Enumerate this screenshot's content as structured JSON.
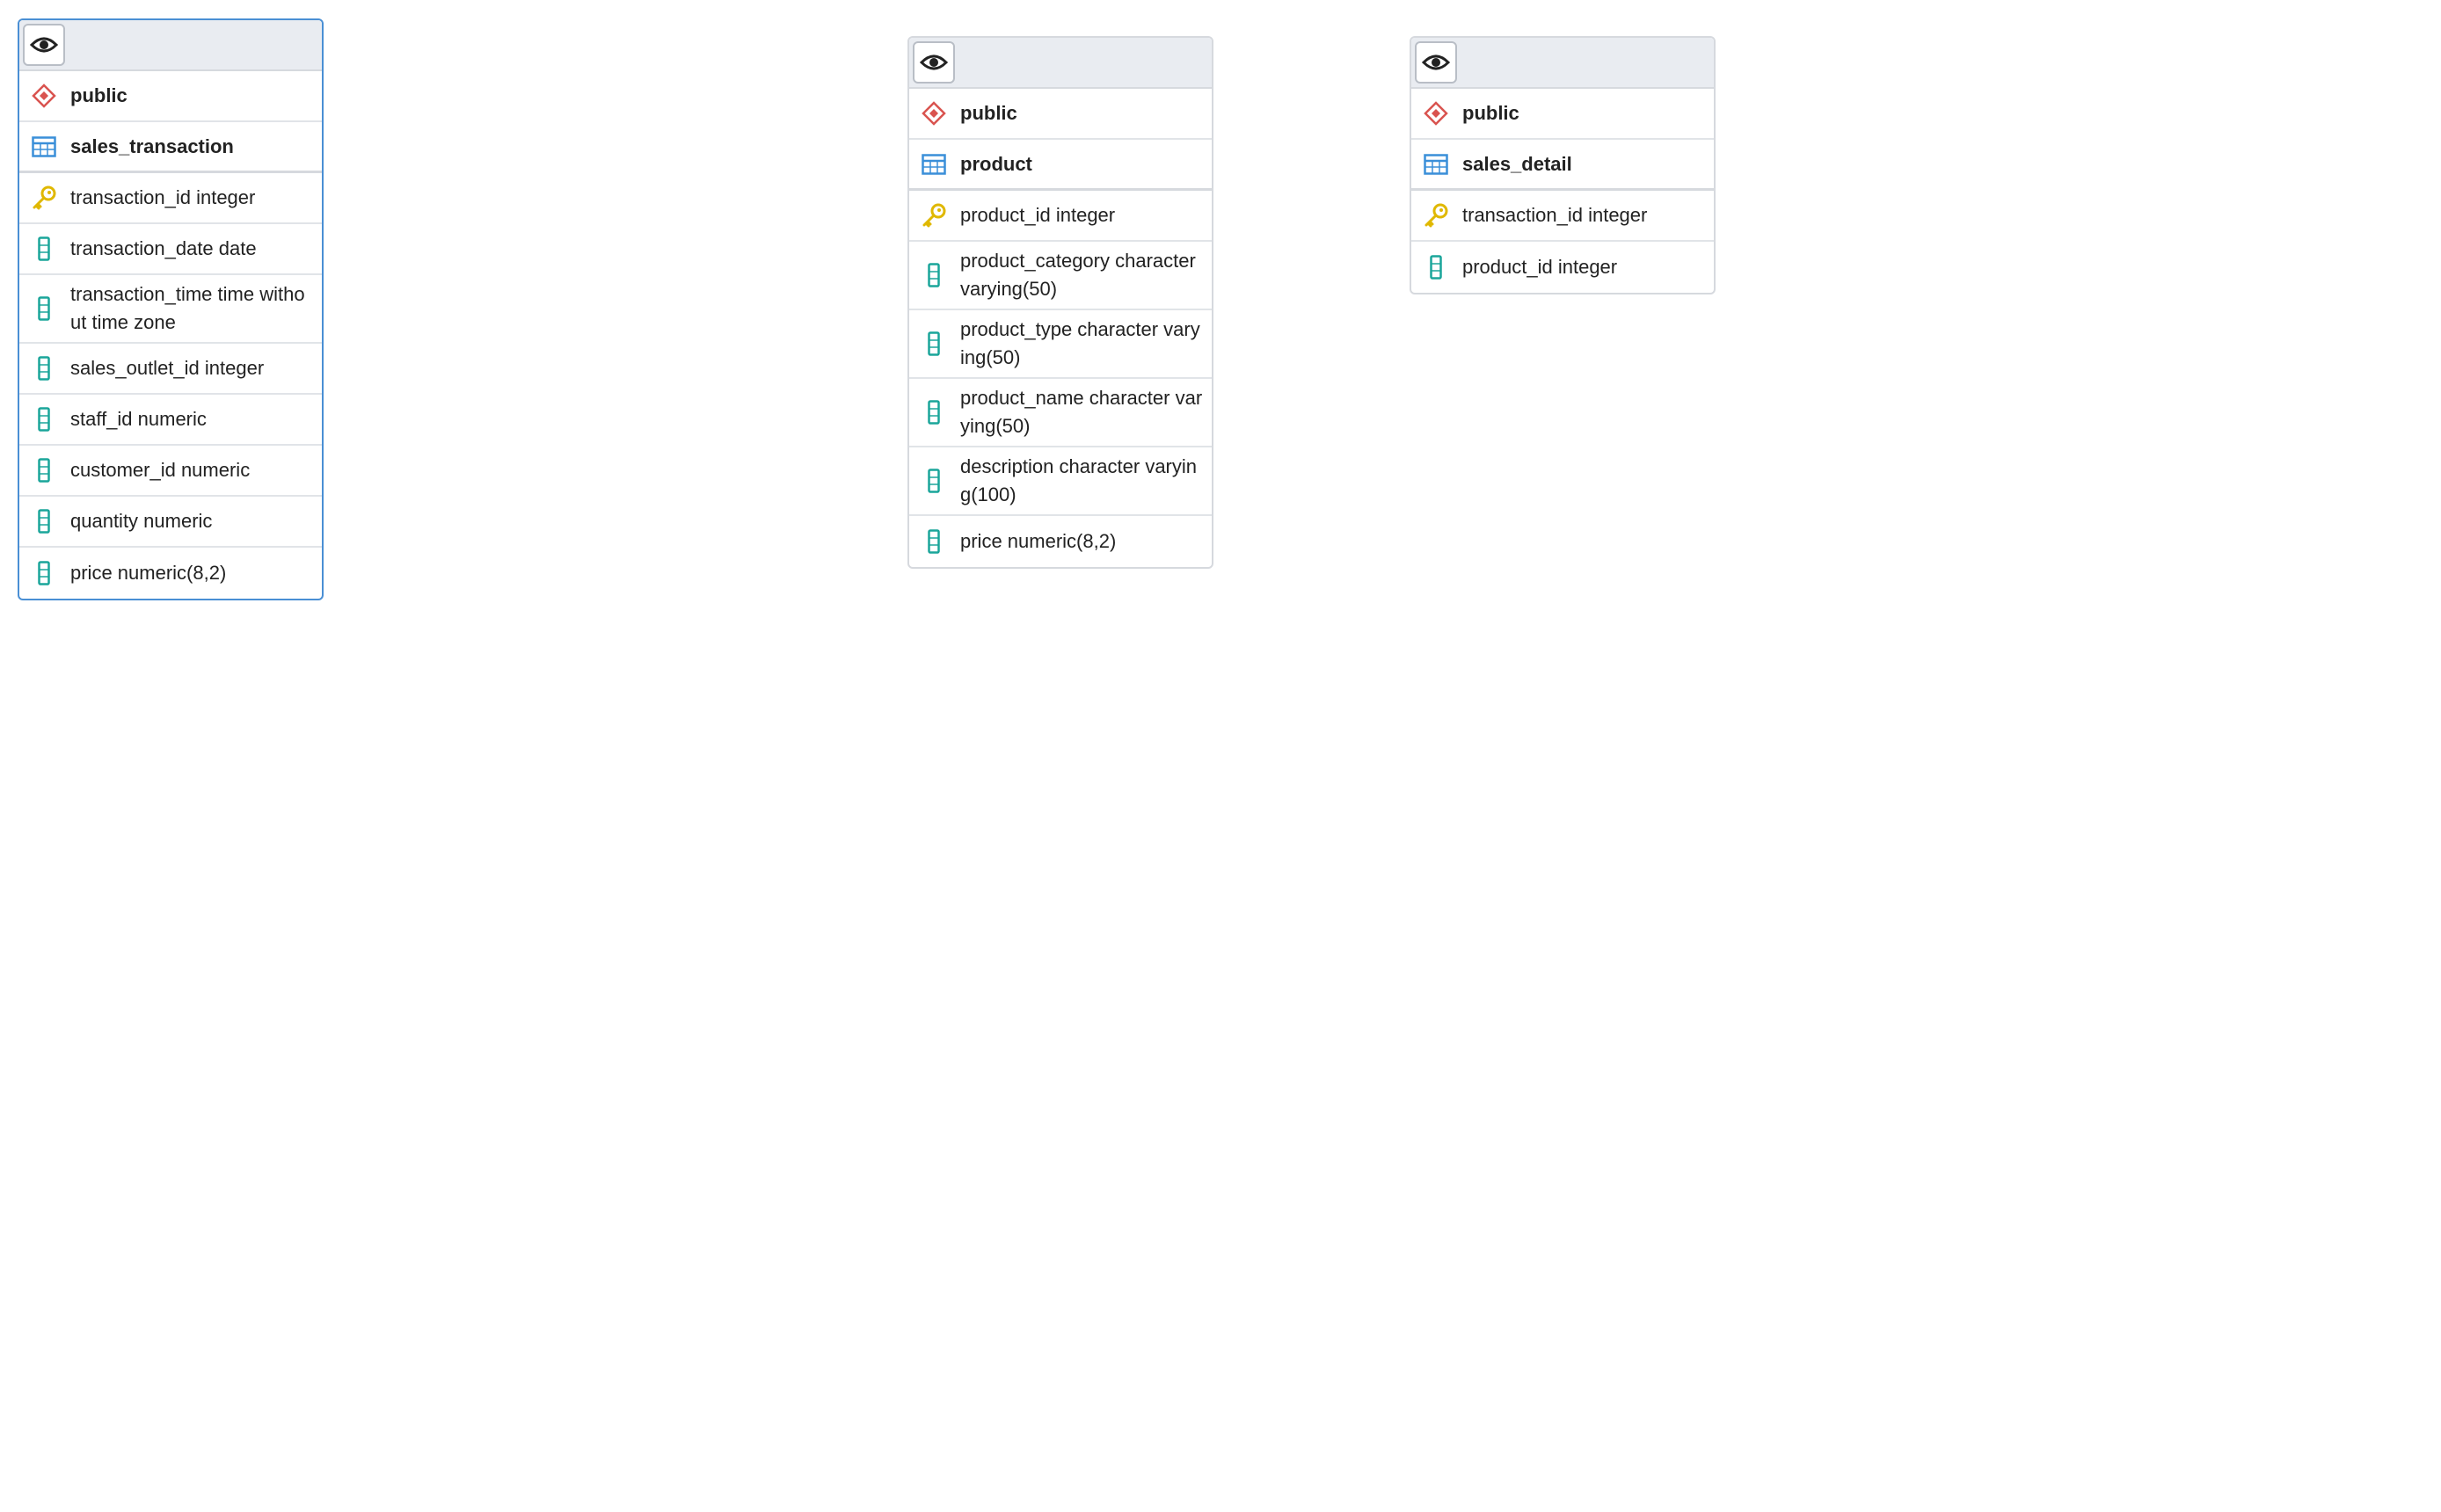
{
  "tables": [
    {
      "schema": "public",
      "name": "sales_transaction",
      "columns": [
        {
          "text": "transaction_id integer",
          "key": true
        },
        {
          "text": "transaction_date date",
          "key": false
        },
        {
          "text": "transaction_time time without time zone",
          "key": false
        },
        {
          "text": "sales_outlet_id integer",
          "key": false
        },
        {
          "text": "staff_id numeric",
          "key": false
        },
        {
          "text": "customer_id numeric",
          "key": false
        },
        {
          "text": "quantity numeric",
          "key": false
        },
        {
          "text": "price numeric(8,2)",
          "key": false
        }
      ]
    },
    {
      "schema": "public",
      "name": "product",
      "columns": [
        {
          "text": "product_id integer",
          "key": true
        },
        {
          "text": "product_category character varying(50)",
          "key": false
        },
        {
          "text": "product_type character varying(50)",
          "key": false
        },
        {
          "text": "product_name character varying(50)",
          "key": false
        },
        {
          "text": "description character varying(100)",
          "key": false
        },
        {
          "text": "price numeric(8,2)",
          "key": false
        }
      ]
    },
    {
      "schema": "public",
      "name": "sales_detail",
      "columns": [
        {
          "text": "transaction_id integer",
          "key": true
        },
        {
          "text": "product_id integer",
          "key": false
        }
      ]
    }
  ],
  "colors": {
    "schema_icon": "#d9534f",
    "table_icon": "#3a8fd9",
    "key_icon": "#e0b800",
    "column_icon": "#1aa59a",
    "selected_border": "#4a8fd4"
  },
  "icons": {
    "header": "eye-icon",
    "schema": "schema-icon",
    "table": "table-icon",
    "key": "primary-key-icon",
    "column": "column-icon"
  }
}
